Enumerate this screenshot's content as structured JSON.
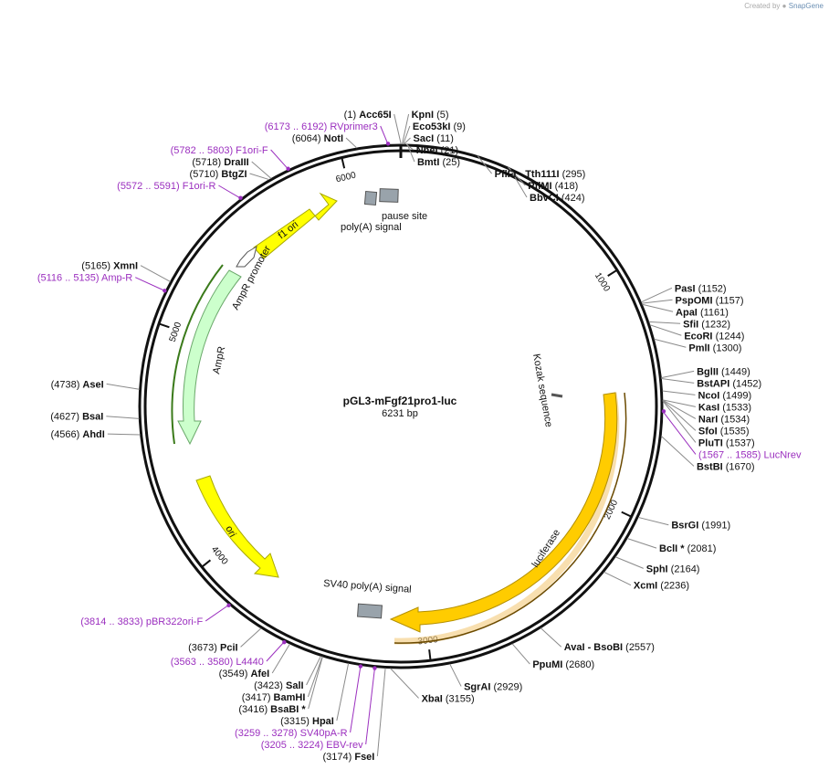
{
  "credit": {
    "prefix": "Created by",
    "brand": "SnapGene"
  },
  "plasmid": {
    "name": "pGL3-mFgf21pro1-luc",
    "size_label": "6231 bp",
    "length": 6231
  },
  "ticks": [
    {
      "label": "1000",
      "pos": 1000
    },
    {
      "label": "2000",
      "pos": 2000
    },
    {
      "label": "3000",
      "pos": 3000
    },
    {
      "label": "4000",
      "pos": 4000
    },
    {
      "label": "5000",
      "pos": 5000
    },
    {
      "label": "6000",
      "pos": 6000
    }
  ],
  "sites": [
    {
      "name": "Acc65I",
      "pos_label": "(1)",
      "pos": 1,
      "side": "left"
    },
    {
      "name": "KpnI",
      "pos_label": "(5)",
      "pos": 5,
      "side": "right"
    },
    {
      "name": "Eco53kI",
      "pos_label": "(9)",
      "pos": 9,
      "side": "right"
    },
    {
      "name": "SacI",
      "pos_label": "(11)",
      "pos": 11,
      "side": "right"
    },
    {
      "name": "NheI",
      "pos_label": "(21)",
      "pos": 21,
      "side": "right"
    },
    {
      "name": "BmtI",
      "pos_label": "(25)",
      "pos": 25,
      "side": "right"
    },
    {
      "name": "PflFI  - Tth111I",
      "pos_label": "(295)",
      "pos": 295,
      "side": "right"
    },
    {
      "name": "PflMI",
      "pos_label": "(418)",
      "pos": 418,
      "side": "right"
    },
    {
      "name": "BbvCI",
      "pos_label": "(424)",
      "pos": 424,
      "side": "right"
    },
    {
      "name": "PasI",
      "pos_label": "(1152)",
      "pos": 1152,
      "side": "right"
    },
    {
      "name": "PspOMI",
      "pos_label": "(1157)",
      "pos": 1157,
      "side": "right"
    },
    {
      "name": "ApaI",
      "pos_label": "(1161)",
      "pos": 1161,
      "side": "right"
    },
    {
      "name": "SfiI",
      "pos_label": "(1232)",
      "pos": 1232,
      "side": "right"
    },
    {
      "name": "EcoRI",
      "pos_label": "(1244)",
      "pos": 1244,
      "side": "right"
    },
    {
      "name": "PmlI",
      "pos_label": "(1300)",
      "pos": 1300,
      "side": "right"
    },
    {
      "name": "BglII",
      "pos_label": "(1449)",
      "pos": 1449,
      "side": "right"
    },
    {
      "name": "BstAPI",
      "pos_label": "(1452)",
      "pos": 1452,
      "side": "right"
    },
    {
      "name": "NcoI",
      "pos_label": "(1499)",
      "pos": 1499,
      "side": "right"
    },
    {
      "name": "KasI",
      "pos_label": "(1533)",
      "pos": 1533,
      "side": "right"
    },
    {
      "name": "NarI",
      "pos_label": "(1534)",
      "pos": 1534,
      "side": "right"
    },
    {
      "name": "SfoI",
      "pos_label": "(1535)",
      "pos": 1535,
      "side": "right"
    },
    {
      "name": "PluTI",
      "pos_label": "(1537)",
      "pos": 1537,
      "side": "right"
    },
    {
      "name": "BstBI",
      "pos_label": "(1670)",
      "pos": 1670,
      "side": "right"
    },
    {
      "name": "BsrGI",
      "pos_label": "(1991)",
      "pos": 1991,
      "side": "right"
    },
    {
      "name": "BclI *",
      "pos_label": "(2081)",
      "pos": 2081,
      "side": "right"
    },
    {
      "name": "SphI",
      "pos_label": "(2164)",
      "pos": 2164,
      "side": "right"
    },
    {
      "name": "XcmI",
      "pos_label": "(2236)",
      "pos": 2236,
      "side": "right"
    },
    {
      "name": "AvaI  - BsoBI",
      "pos_label": "(2557)",
      "pos": 2557,
      "side": "right"
    },
    {
      "name": "PpuMI",
      "pos_label": "(2680)",
      "pos": 2680,
      "side": "right"
    },
    {
      "name": "SgrAI",
      "pos_label": "(2929)",
      "pos": 2929,
      "side": "right"
    },
    {
      "name": "XbaI",
      "pos_label": "(3155)",
      "pos": 3155,
      "side": "right"
    },
    {
      "name": "FseI",
      "pos_label": "(3174)",
      "pos": 3174,
      "side": "left"
    },
    {
      "name": "HpaI",
      "pos_label": "(3315)",
      "pos": 3315,
      "side": "left"
    },
    {
      "name": "BsaBI *",
      "pos_label": "(3416)",
      "pos": 3416,
      "side": "left"
    },
    {
      "name": "BamHI",
      "pos_label": "(3417)",
      "pos": 3417,
      "side": "left"
    },
    {
      "name": "SalI",
      "pos_label": "(3423)",
      "pos": 3423,
      "side": "left"
    },
    {
      "name": "AfeI",
      "pos_label": "(3549)",
      "pos": 3549,
      "side": "left"
    },
    {
      "name": "PciI",
      "pos_label": "(3673)",
      "pos": 3673,
      "side": "left"
    },
    {
      "name": "AhdI",
      "pos_label": "(4566)",
      "pos": 4566,
      "side": "left"
    },
    {
      "name": "BsaI",
      "pos_label": "(4627)",
      "pos": 4627,
      "side": "left"
    },
    {
      "name": "AseI",
      "pos_label": "(4738)",
      "pos": 4738,
      "side": "left"
    },
    {
      "name": "XmnI",
      "pos_label": "(5165)",
      "pos": 5165,
      "side": "left"
    },
    {
      "name": "BtgZI",
      "pos_label": "(5710)",
      "pos": 5710,
      "side": "left"
    },
    {
      "name": "DraIII",
      "pos_label": "(5718)",
      "pos": 5718,
      "side": "left"
    },
    {
      "name": "NotI",
      "pos_label": "(6064)",
      "pos": 6064,
      "side": "left"
    }
  ],
  "primers": [
    {
      "name": "RVprimer3",
      "range_label": "(6173 .. 6192)",
      "pos": 6183,
      "side": "left"
    },
    {
      "name": "F1ori-F",
      "range_label": "(5782 .. 5803)",
      "pos": 5792,
      "side": "left"
    },
    {
      "name": "F1ori-R",
      "range_label": "(5572 .. 5591)",
      "pos": 5581,
      "side": "left"
    },
    {
      "name": "Amp-R",
      "range_label": "(5116 .. 5135)",
      "pos": 5125,
      "side": "left"
    },
    {
      "name": "LucNrev",
      "range_label": "(1567 .. 1585)",
      "pos": 1576,
      "side": "right"
    },
    {
      "name": "pBR322ori-F",
      "range_label": "(3814 .. 3833)",
      "pos": 3823,
      "side": "left"
    },
    {
      "name": "L4440",
      "range_label": "(3563 .. 3580)",
      "pos": 3571,
      "side": "left"
    },
    {
      "name": "SV40pA-R",
      "range_label": "(3259 .. 3278)",
      "pos": 3268,
      "side": "left"
    },
    {
      "name": "EBV-rev",
      "range_label": "(3205 .. 3224)",
      "pos": 3214,
      "side": "left"
    }
  ],
  "features": [
    {
      "name": "f1 ori",
      "color": "#ffff00",
      "stroke": "#a9a900"
    },
    {
      "name": "AmpR promoter",
      "color": "#ffffff",
      "stroke": "#555555"
    },
    {
      "name": "AmpR",
      "color": "#ccffcc",
      "stroke": "#6aa86a"
    },
    {
      "name": "ori",
      "color": "#ffff00",
      "stroke": "#a9a900"
    },
    {
      "name": "luciferase",
      "color": "#ffcc00",
      "stroke": "#b38f00"
    },
    {
      "name": "pause site",
      "color": "#99a3ab",
      "stroke": "#555555"
    },
    {
      "name": "poly(A) signal",
      "color": "#99a3ab",
      "stroke": "#555555"
    },
    {
      "name": "SV40 poly(A) signal",
      "color": "#99a3ab",
      "stroke": "#555555"
    },
    {
      "name": "Kozak sequence",
      "color": "#888888",
      "stroke": "#555555"
    }
  ],
  "colors": {
    "backbone": "#111111",
    "primer": "#9b2fbf",
    "leader": "#8a8a8a"
  }
}
